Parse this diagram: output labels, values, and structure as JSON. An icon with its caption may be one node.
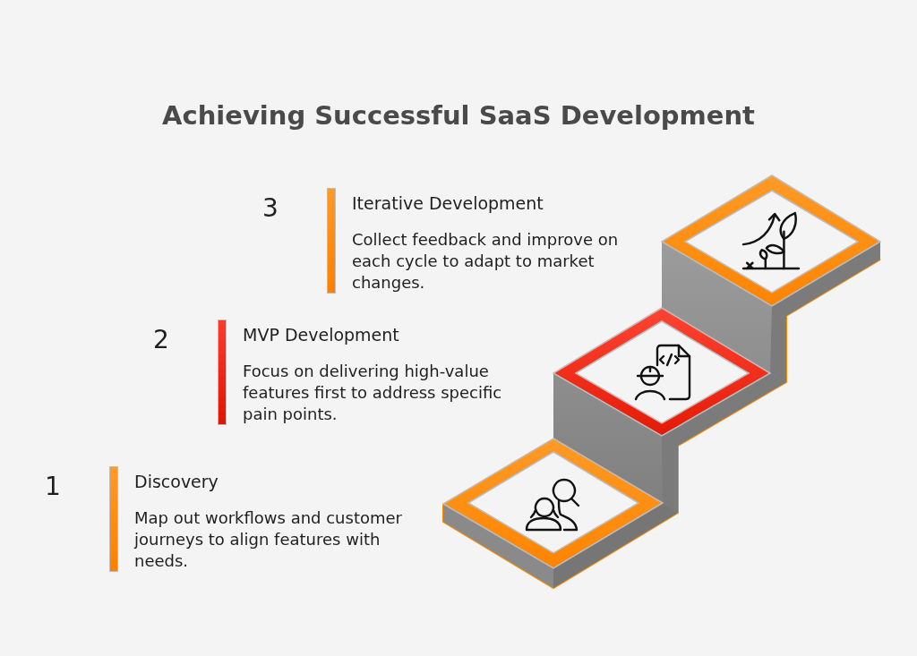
{
  "diagram": {
    "title": "Achieving Successful SaaS Development",
    "nodes": [
      {
        "text": [
          "Iterative Development",
          "Collect feedback and improve on each cycle to adapt to market changes."
        ],
        "beside": [
          "3"
        ]
      },
      {
        "text": [
          "MVP Development",
          "Focus on delivering high-value features first to address specific pain points."
        ],
        "beside": [
          "2"
        ]
      },
      {
        "text": [
          "Discovery",
          "Map out workflows and customer journeys to align features with needs."
        ],
        "beside": [
          "1"
        ]
      }
    ]
  }
}
